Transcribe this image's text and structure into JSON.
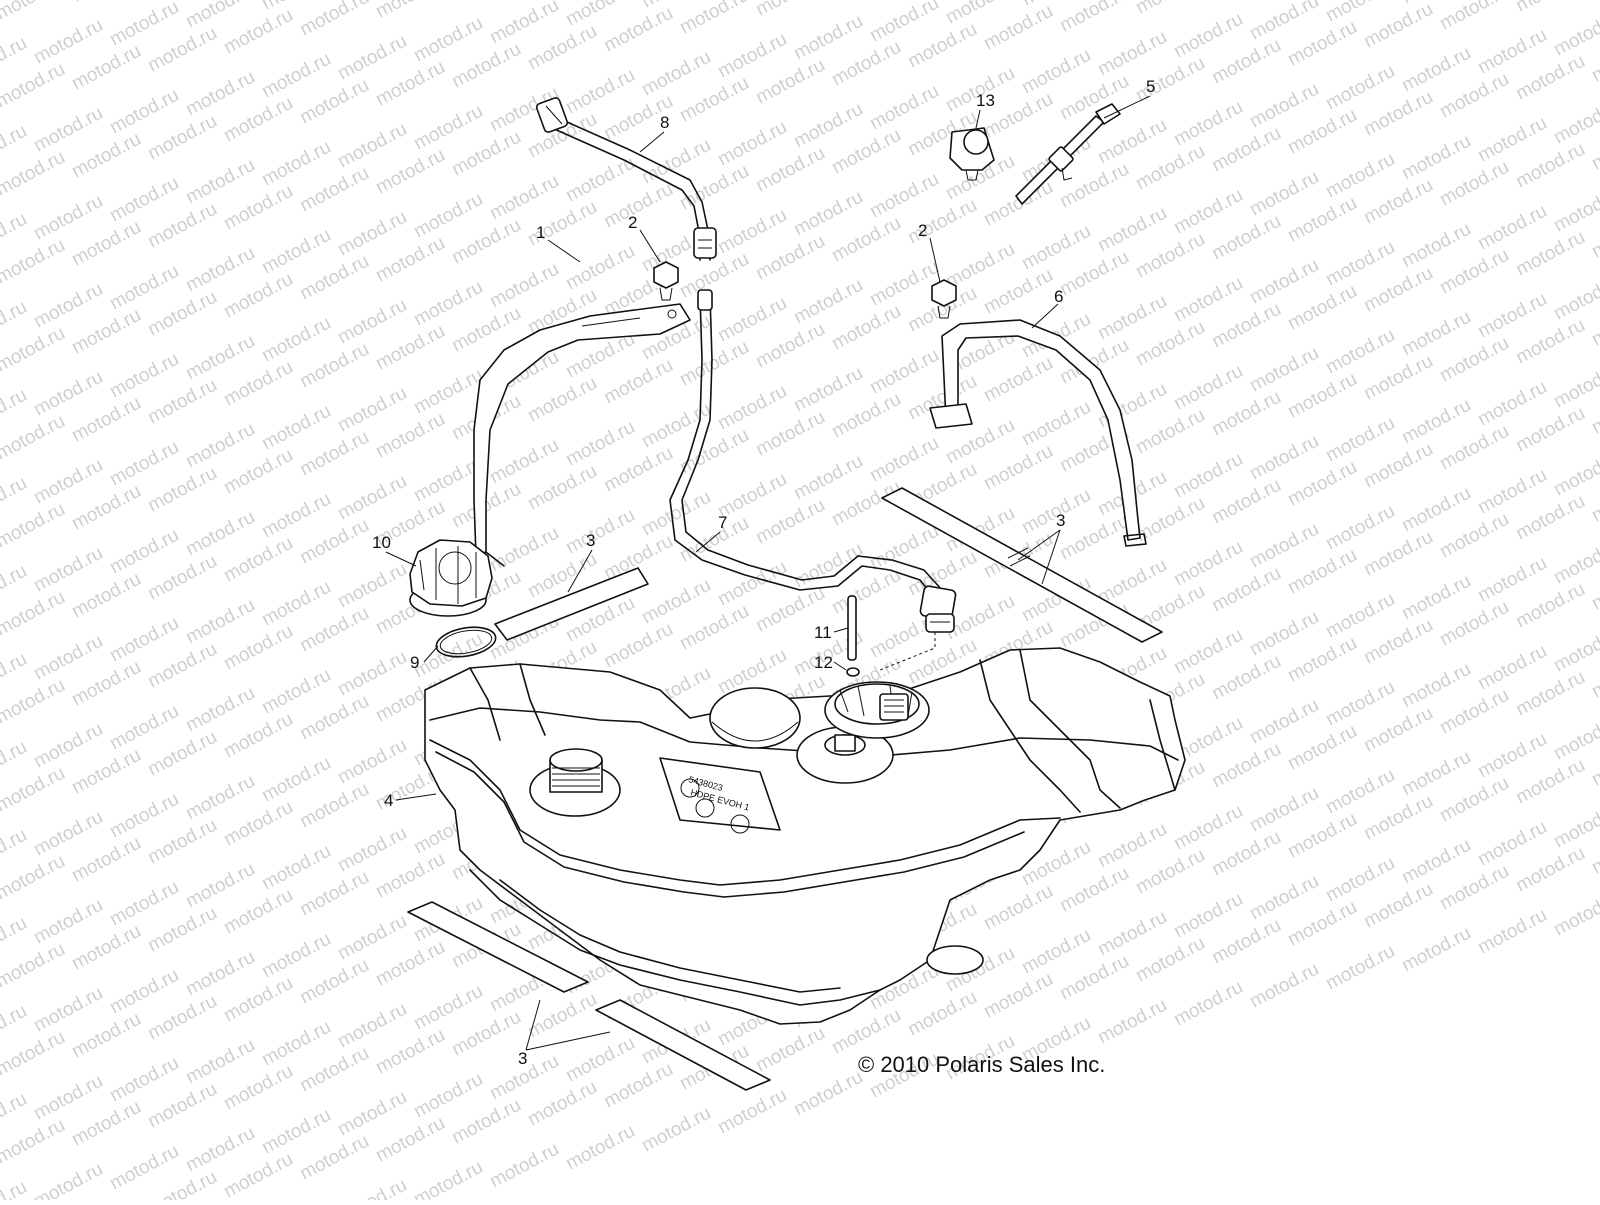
{
  "watermark": {
    "text": "motod.ru"
  },
  "copyright": "© 2010 Polaris Sales Inc.",
  "tank_marking": {
    "line1": "5438023",
    "line2": "HDPE EVOH 1"
  },
  "callouts": [
    "1",
    "2",
    "2",
    "3",
    "3",
    "3",
    "4",
    "5",
    "6",
    "7",
    "8",
    "9",
    "10",
    "11",
    "12",
    "13"
  ],
  "colors": {
    "line": "#111111",
    "watermark": "#cfcfcf",
    "background": "#ffffff"
  }
}
